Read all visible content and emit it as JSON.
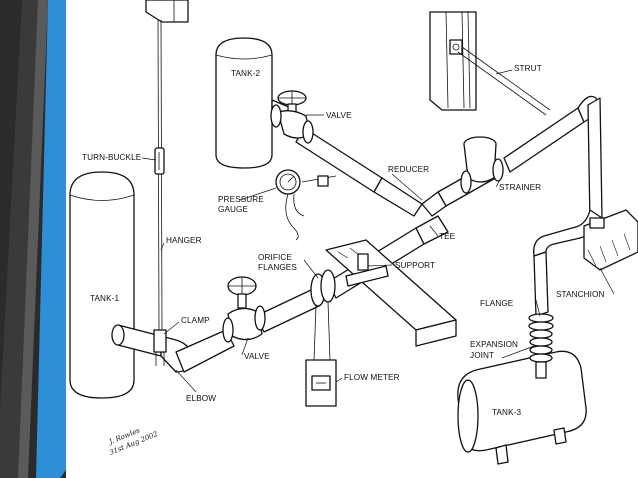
{
  "diagram": {
    "labels": {
      "tank1": "TANK-1",
      "tank2": "TANK-2",
      "tank3": "TANK-3",
      "valve_top": "VALVE",
      "valve_bottom": "VALVE",
      "turnbuckle": "TURN-BUCKLE",
      "pressure_gauge_1": "PRESSURE",
      "pressure_gauge_2": "GAUGE",
      "hanger": "HANGER",
      "clamp": "CLAMP",
      "elbow": "ELBOW",
      "orifice_1": "ORIFICE",
      "orifice_2": "FLANGES",
      "strut": "STRUT",
      "reducer": "REDUCER",
      "strainer": "STRAINER",
      "tee": "TEE",
      "support": "SUPPORT",
      "stanchion": "STANCHION",
      "flange": "FLANGE",
      "expansion_1": "EXPANSION",
      "expansion_2": "JOINT",
      "flow_meter": "FLOW METER"
    },
    "signature": {
      "line1": "J. Rowles",
      "line2": "31st Aug 2002"
    }
  },
  "colors": {
    "frame_background": "#ffffff",
    "slide_background": "#2b2b2b",
    "accent_blue": "#2e8fd6",
    "ink": "#111111"
  }
}
